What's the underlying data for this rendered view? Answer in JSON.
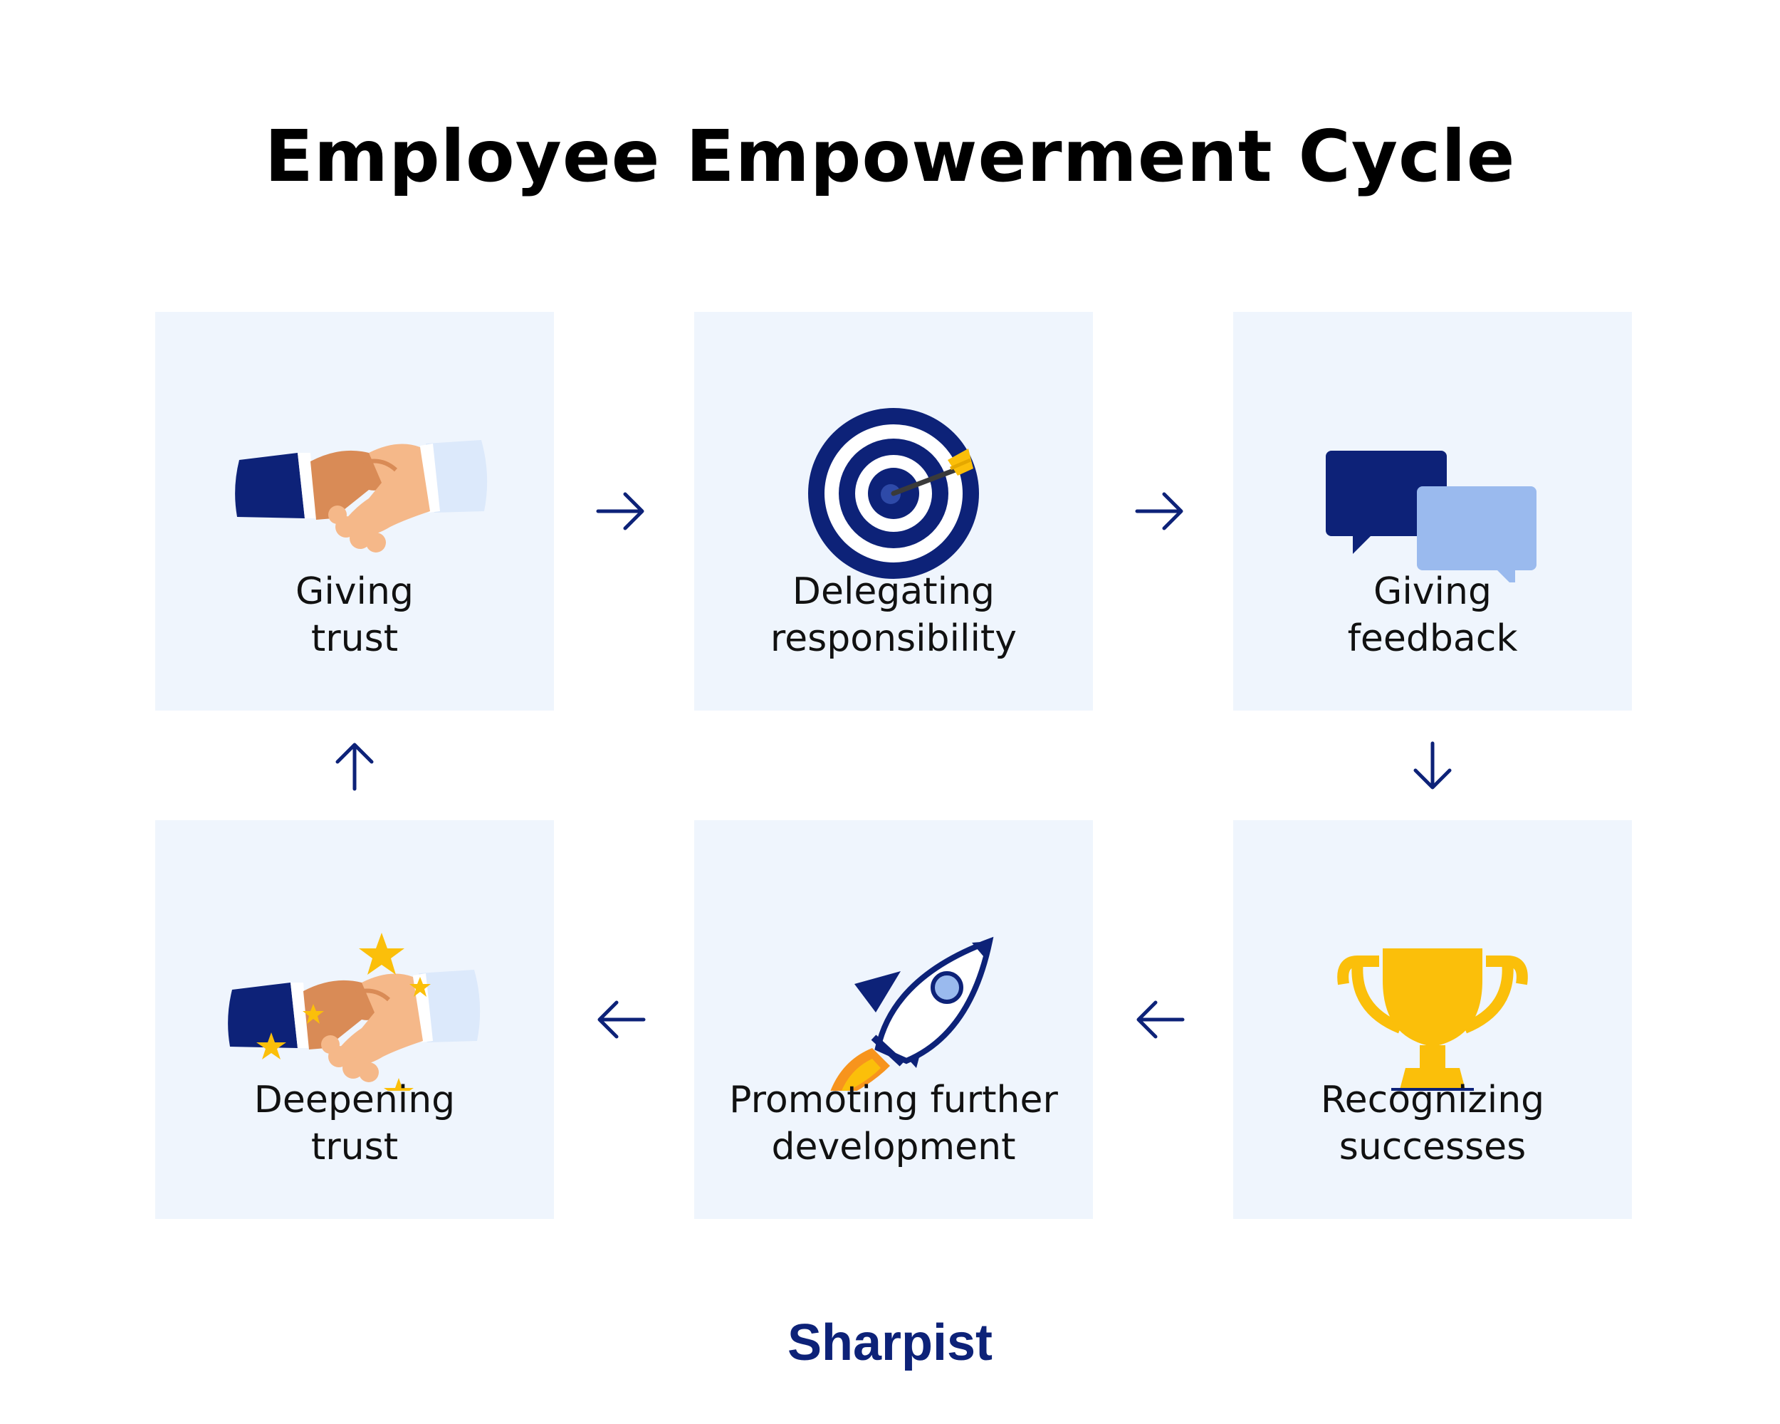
{
  "title": "Employee Empowerment Cycle",
  "steps": [
    {
      "label_line1": "Giving",
      "label_line2": "trust",
      "icon": "handshake-icon"
    },
    {
      "label_line1": "Delegating",
      "label_line2": "responsibility",
      "icon": "target-icon"
    },
    {
      "label_line1": "Giving",
      "label_line2": "feedback",
      "icon": "speech-bubbles-icon"
    },
    {
      "label_line1": "Recognizing",
      "label_line2": "successes",
      "icon": "trophy-icon"
    },
    {
      "label_line1": "Promoting further",
      "label_line2": "development",
      "icon": "rocket-icon"
    },
    {
      "label_line1": "Deepening",
      "label_line2": "trust",
      "icon": "handshake-stars-icon"
    }
  ],
  "brand": "Sharpist",
  "colors": {
    "navy": "#0d2278",
    "box_bg": "#eff5fd",
    "light_blue": "#9abaee",
    "pale_blue": "#dce9fb",
    "gold": "#fbbf0a",
    "skin_dark": "#d98b56",
    "skin_light": "#f5b889",
    "orange": "#f7941d"
  }
}
